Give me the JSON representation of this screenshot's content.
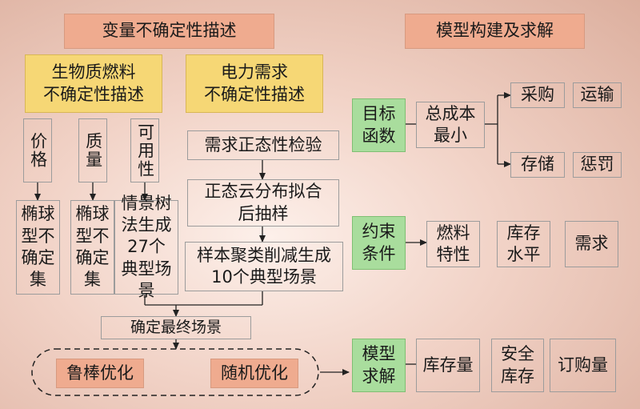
{
  "header": {
    "left_title": "变量不确定性描述",
    "right_title": "模型构建及求解"
  },
  "biomass": {
    "title_line1": "生物质燃料",
    "title_line2": "不确定性描述",
    "price": "价格",
    "quality": "质量",
    "availability": "可用性",
    "price_method": "椭球型不确定集",
    "quality_method": "椭球型不确定集",
    "availability_method": "情景树法生成27个典型场景"
  },
  "demand": {
    "title_line1": "电力需求",
    "title_line2": "不确定性描述",
    "step1": "需求正态性检验",
    "step2": "正态云分布拟合后抽样",
    "step3": "样本聚类削减生成10个典型场景"
  },
  "final_scenario": "确定最终场景",
  "optimization": {
    "robust": "鲁棒优化",
    "stochastic": "随机优化"
  },
  "objective": {
    "label": "目标函数",
    "total_cost": "总成本最小",
    "procurement": "采购",
    "transport": "运输",
    "storage": "存储",
    "penalty": "惩罚"
  },
  "constraint": {
    "label": "约束条件",
    "fuel": "燃料特性",
    "inventory": "库存水平",
    "demand": "需求"
  },
  "solution": {
    "label": "模型求解",
    "inventory": "库存量",
    "safety_stock": "安全库存",
    "order_quantity": "订购量"
  }
}
